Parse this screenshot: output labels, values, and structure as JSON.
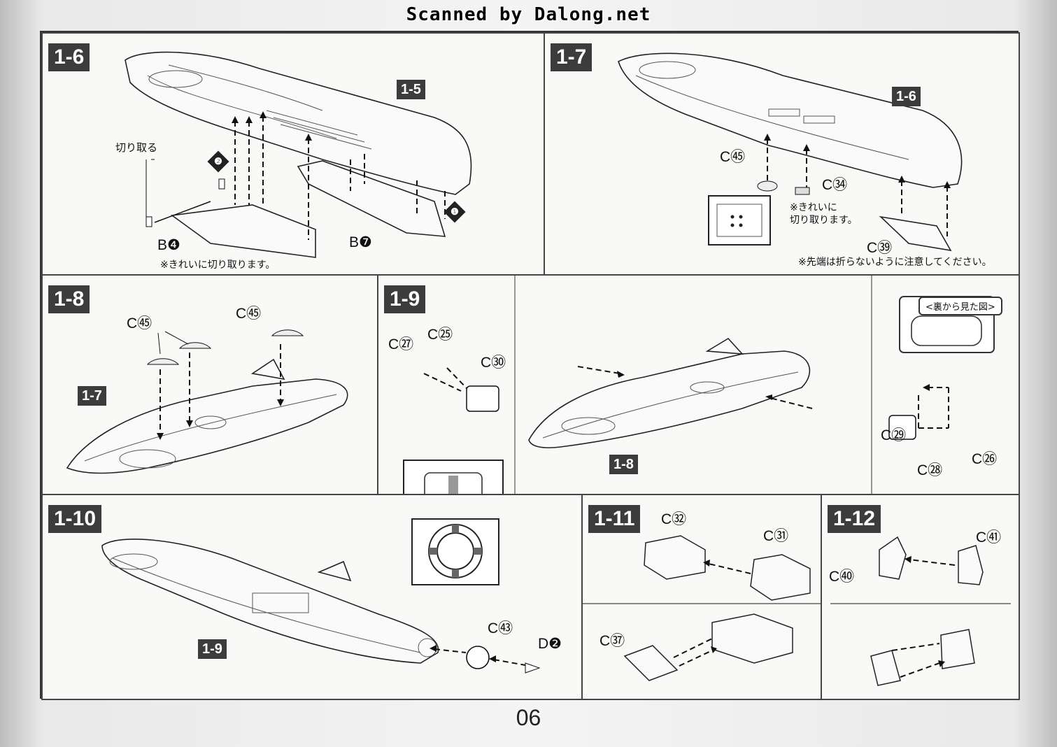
{
  "watermark": "Scanned by Dalong.net",
  "page_number": "06",
  "steps": {
    "s1_6": {
      "label": "1-6",
      "ref": "1-5",
      "parts": [
        "B❹",
        "B❼"
      ],
      "badges": [
        "❷",
        "❶"
      ],
      "label_cut": "切り取る",
      "note": "※きれいに切り取ります。"
    },
    "s1_7": {
      "label": "1-7",
      "ref": "1-6",
      "parts": [
        "C㊺",
        "C㉞",
        "C㊴"
      ],
      "note_cut": "※きれいに\n切り取ります。",
      "note_tip": "※先端は折らないように注意してください。"
    },
    "s1_8": {
      "label": "1-8",
      "ref": "1-7",
      "parts": [
        "C㊺",
        "C㊺"
      ]
    },
    "s1_9": {
      "label": "1-9",
      "ref": "1-8",
      "parts": [
        "C㉗",
        "C㉕",
        "C㉚",
        "C㉙",
        "C㉘",
        "C㉖"
      ],
      "rear_view": "<裏から見た図>"
    },
    "s1_10": {
      "label": "1-10",
      "ref": "1-9",
      "parts": [
        "C㊸",
        "D❷"
      ]
    },
    "s1_11": {
      "label": "1-11",
      "parts": [
        "C㉜",
        "C㉛",
        "C㊲"
      ]
    },
    "s1_12": {
      "label": "1-12",
      "parts": [
        "C㊶",
        "C㊵"
      ]
    }
  }
}
